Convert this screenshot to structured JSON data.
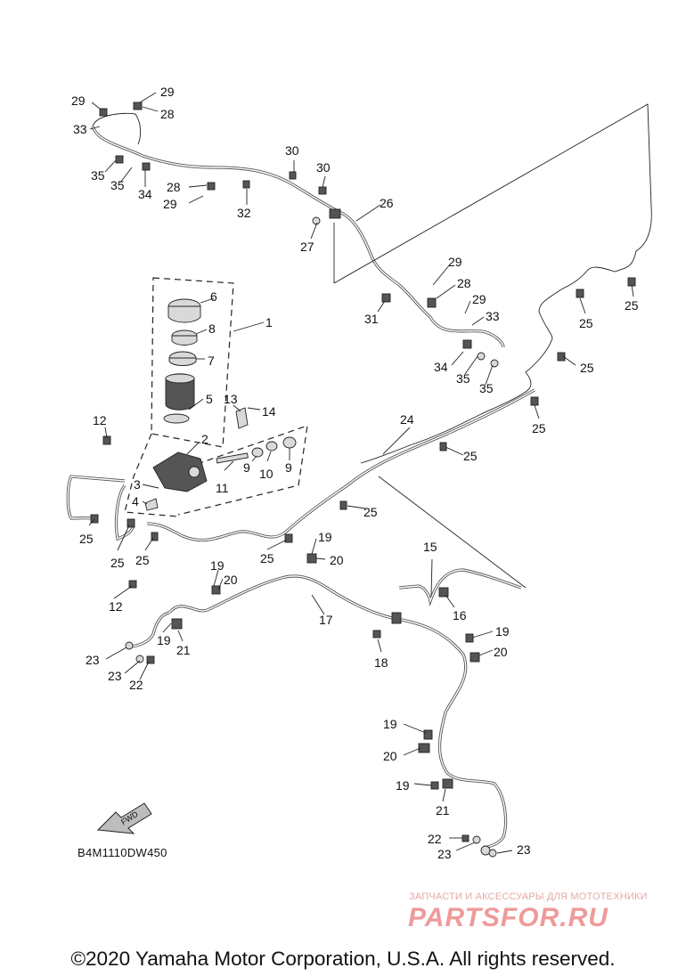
{
  "diagram": {
    "code": "B4M1110DW450",
    "fwd_label": "FWD",
    "copyright": "©2020 Yamaha Motor Corporation, U.S.A. All rights reserved.",
    "watermark": {
      "tagline": "ЗАПЧАСТИ И АКСЕССУАРЫ ДЛЯ МОТОТЕХНИКИ",
      "logo": "PARTSFOR.RU"
    },
    "callouts": [
      {
        "id": "c1",
        "label": "1"
      },
      {
        "id": "c2",
        "label": "2"
      },
      {
        "id": "c3",
        "label": "3"
      },
      {
        "id": "c4",
        "label": "4"
      },
      {
        "id": "c5",
        "label": "5"
      },
      {
        "id": "c6",
        "label": "6"
      },
      {
        "id": "c7",
        "label": "7"
      },
      {
        "id": "c8",
        "label": "8"
      },
      {
        "id": "c9a",
        "label": "9"
      },
      {
        "id": "c9b",
        "label": "9"
      },
      {
        "id": "c10",
        "label": "10"
      },
      {
        "id": "c11",
        "label": "11"
      },
      {
        "id": "c12a",
        "label": "12"
      },
      {
        "id": "c12b",
        "label": "12"
      },
      {
        "id": "c13",
        "label": "13"
      },
      {
        "id": "c14",
        "label": "14"
      },
      {
        "id": "c15",
        "label": "15"
      },
      {
        "id": "c16",
        "label": "16"
      },
      {
        "id": "c17",
        "label": "17"
      },
      {
        "id": "c18",
        "label": "18"
      },
      {
        "id": "c19a",
        "label": "19"
      },
      {
        "id": "c19b",
        "label": "19"
      },
      {
        "id": "c19c",
        "label": "19"
      },
      {
        "id": "c19d",
        "label": "19"
      },
      {
        "id": "c19e",
        "label": "19"
      },
      {
        "id": "c19f",
        "label": "19"
      },
      {
        "id": "c20a",
        "label": "20"
      },
      {
        "id": "c20b",
        "label": "20"
      },
      {
        "id": "c20c",
        "label": "20"
      },
      {
        "id": "c20d",
        "label": "20"
      },
      {
        "id": "c21a",
        "label": "21"
      },
      {
        "id": "c21b",
        "label": "21"
      },
      {
        "id": "c22a",
        "label": "22"
      },
      {
        "id": "c22b",
        "label": "22"
      },
      {
        "id": "c23a",
        "label": "23"
      },
      {
        "id": "c23b",
        "label": "23"
      },
      {
        "id": "c23c",
        "label": "23"
      },
      {
        "id": "c23d",
        "label": "23"
      },
      {
        "id": "c24",
        "label": "24"
      },
      {
        "id": "c25a",
        "label": "25"
      },
      {
        "id": "c25b",
        "label": "25"
      },
      {
        "id": "c25c",
        "label": "25"
      },
      {
        "id": "c25d",
        "label": "25"
      },
      {
        "id": "c25e",
        "label": "25"
      },
      {
        "id": "c25f",
        "label": "25"
      },
      {
        "id": "c25g",
        "label": "25"
      },
      {
        "id": "c25h",
        "label": "25"
      },
      {
        "id": "c25i",
        "label": "25"
      },
      {
        "id": "c25j",
        "label": "25"
      },
      {
        "id": "c26",
        "label": "26"
      },
      {
        "id": "c27",
        "label": "27"
      },
      {
        "id": "c28a",
        "label": "28"
      },
      {
        "id": "c28b",
        "label": "28"
      },
      {
        "id": "c28c",
        "label": "28"
      },
      {
        "id": "c29a",
        "label": "29"
      },
      {
        "id": "c29b",
        "label": "29"
      },
      {
        "id": "c29c",
        "label": "29"
      },
      {
        "id": "c29d",
        "label": "29"
      },
      {
        "id": "c29e",
        "label": "29"
      },
      {
        "id": "c30a",
        "label": "30"
      },
      {
        "id": "c30b",
        "label": "30"
      },
      {
        "id": "c31",
        "label": "31"
      },
      {
        "id": "c32",
        "label": "32"
      },
      {
        "id": "c33a",
        "label": "33"
      },
      {
        "id": "c33b",
        "label": "33"
      },
      {
        "id": "c34a",
        "label": "34"
      },
      {
        "id": "c34b",
        "label": "34"
      },
      {
        "id": "c35a",
        "label": "35"
      },
      {
        "id": "c35b",
        "label": "35"
      },
      {
        "id": "c35c",
        "label": "35"
      },
      {
        "id": "c35d",
        "label": "35"
      }
    ]
  }
}
